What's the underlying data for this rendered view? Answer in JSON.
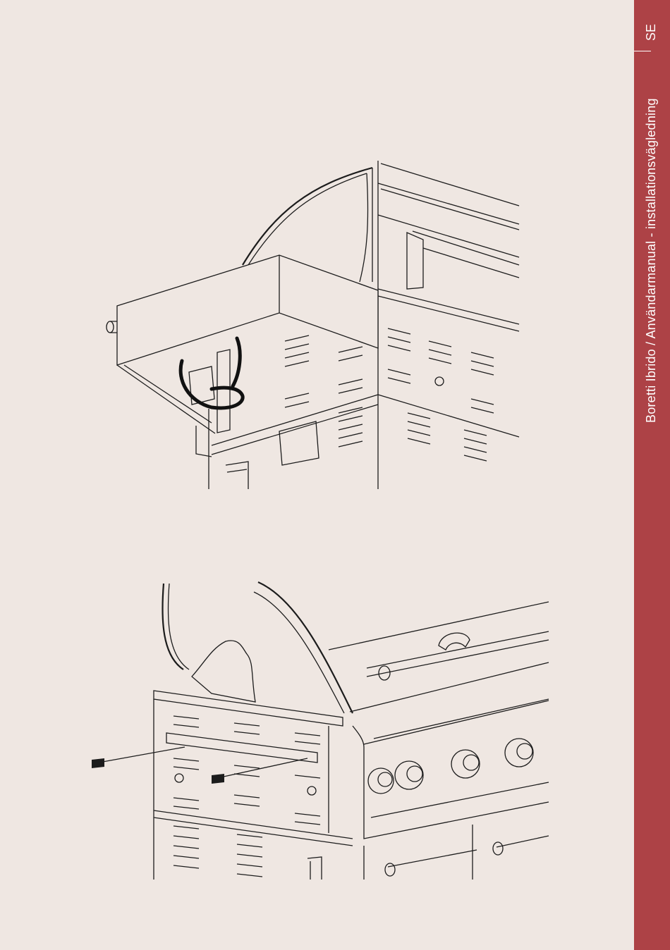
{
  "sidebar": {
    "title": "Boretti Ibrido / Användarmanual - installationsvägledning",
    "language": "SE"
  },
  "colors": {
    "background": "#efe7e2",
    "accent": "#ad4246",
    "sidebar_text": "#ffffff",
    "line_art": "#1c1c1c"
  },
  "illustrations": [
    {
      "id": "side-burner-installation"
    },
    {
      "id": "side-panel-screws"
    }
  ]
}
